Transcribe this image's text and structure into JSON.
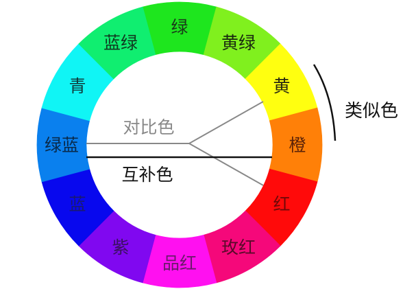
{
  "wheel": {
    "segments": [
      {
        "label": "绿",
        "color": "#1ee61e",
        "text_color": "#1a3a1a"
      },
      {
        "label": "黄绿",
        "color": "#80f01e",
        "text_color": "#1a2a10"
      },
      {
        "label": "黄",
        "color": "#ffff10",
        "text_color": "#2a2a10"
      },
      {
        "label": "橙",
        "color": "#ff8008",
        "text_color": "#5a2208"
      },
      {
        "label": "红",
        "color": "#ff0a0a",
        "text_color": "#700808"
      },
      {
        "label": "玫红",
        "color": "#f5087a",
        "text_color": "#5a0a2a"
      },
      {
        "label": "品红",
        "color": "#ff10f0",
        "text_color": "#6a1a6a"
      },
      {
        "label": "紫",
        "color": "#8008f0",
        "text_color": "#3a1060"
      },
      {
        "label": "蓝",
        "color": "#0808ee",
        "text_color": "#1a1a70"
      },
      {
        "label": "绿蓝",
        "color": "#0a80ee",
        "text_color": "#0a2a4a"
      },
      {
        "label": "青",
        "color": "#10f5f5",
        "text_color": "#103a3a"
      },
      {
        "label": "蓝绿",
        "color": "#10ee70",
        "text_color": "#103a20"
      }
    ]
  },
  "annotations": {
    "contrast": "对比色",
    "complementary": "互补色",
    "analogous": "类似色"
  },
  "line_colors": {
    "contrast": "#888888",
    "complementary": "#111111",
    "analogous": "#111111"
  }
}
